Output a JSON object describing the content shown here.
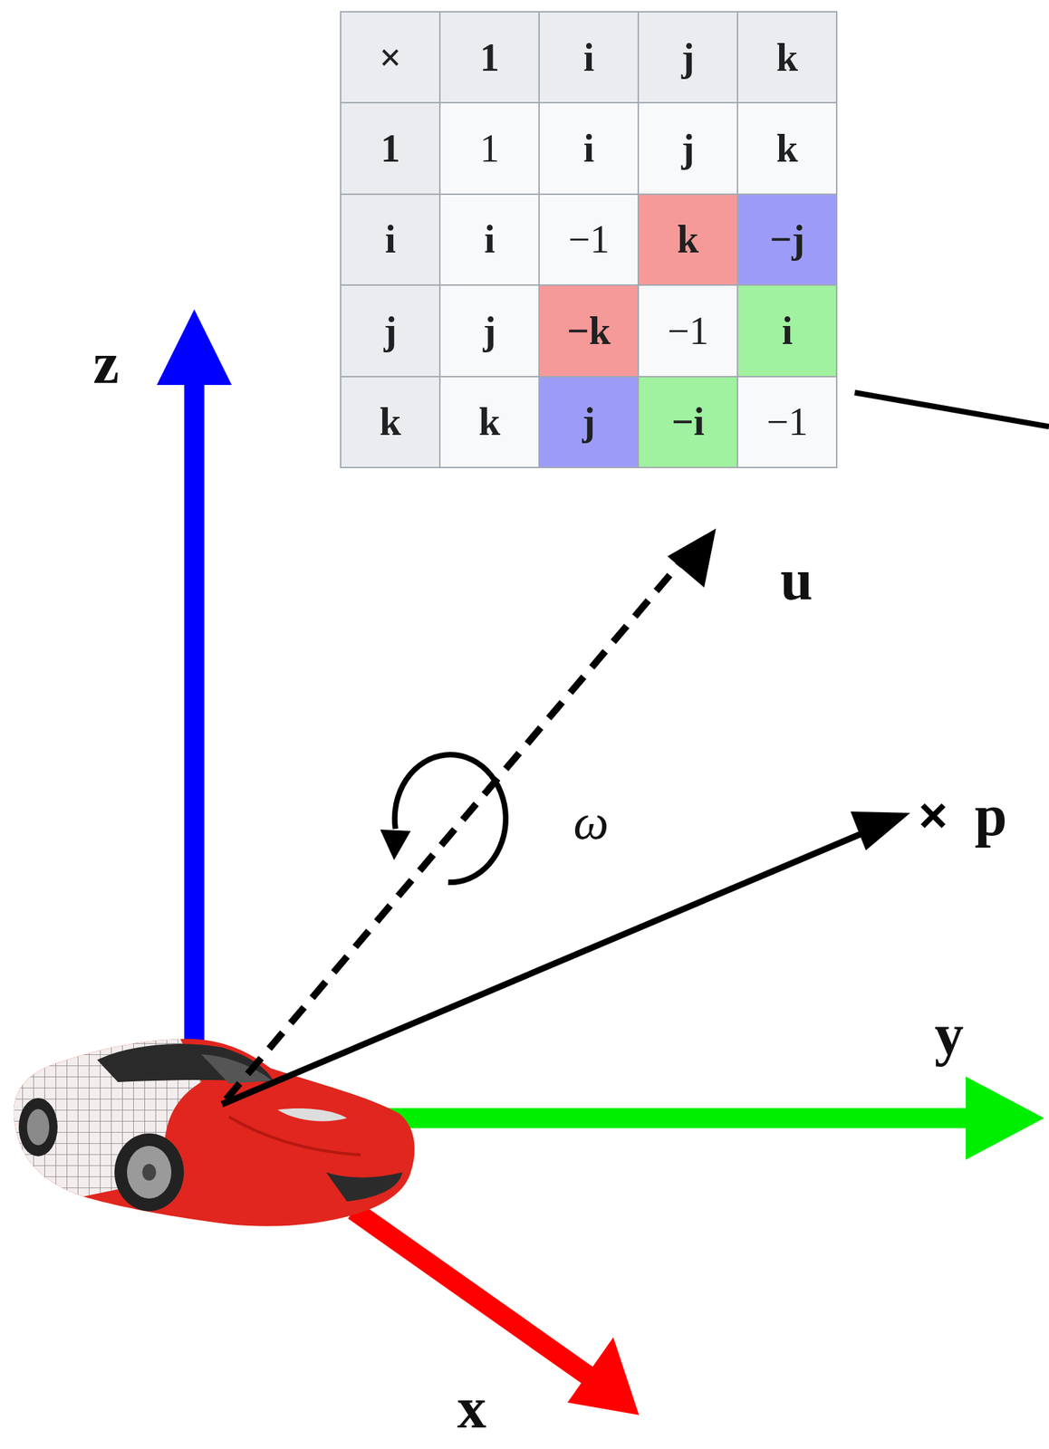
{
  "diagram": {
    "labels": [
      "×",
      "1",
      "i",
      "j",
      "k",
      "1",
      "1",
      "i",
      "j",
      "k",
      "i",
      "i",
      "−1",
      "k",
      "−j",
      "j",
      "j",
      "−k",
      "−1",
      "i",
      "k",
      "k",
      "j",
      "−i",
      "−1",
      "z",
      "u",
      "ω",
      "p",
      "y",
      "x"
    ]
  }
}
